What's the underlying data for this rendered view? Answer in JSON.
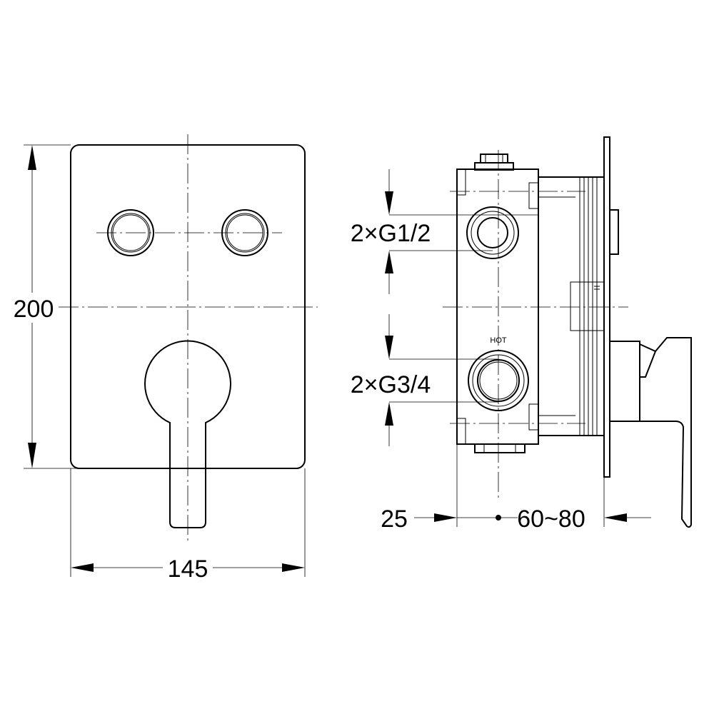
{
  "front_view": {
    "height_dim": "200",
    "width_dim": "145"
  },
  "side_view": {
    "outlet_dim": "2×G1/2",
    "inlet_dim": "2×G3/4",
    "hot_label": "HOT",
    "depth_min_dim": "25",
    "depth_range_dim": "60~80"
  }
}
